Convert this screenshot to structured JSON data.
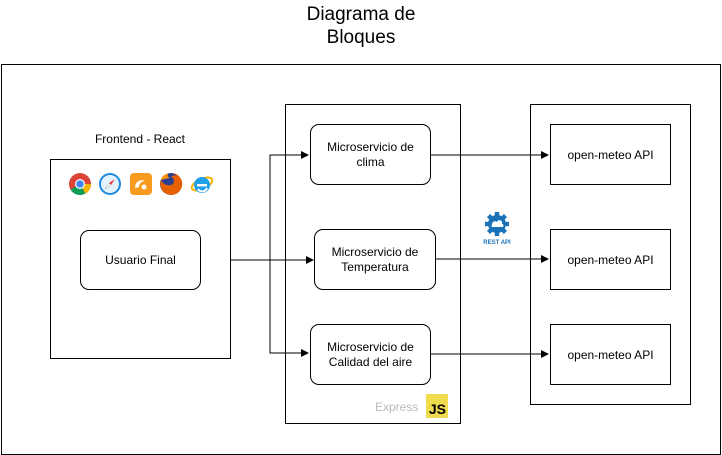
{
  "title_lines": [
    "Diagrama de",
    "Bloques"
  ],
  "frontend": {
    "label": "Frontend - React",
    "browsers": [
      "chrome-icon",
      "safari-icon",
      "uc-browser-icon",
      "firefox-icon",
      "ie-icon"
    ],
    "user_node": "Usuario Final"
  },
  "services": [
    {
      "label": "Microservicio de\nclima"
    },
    {
      "label": "Microservicio de\nTemperatura"
    },
    {
      "label": "Microservicio de\nCalidad del aire"
    }
  ],
  "backend_badges": {
    "express": "Express",
    "js": "JS"
  },
  "rest_api": {
    "text": "REST API",
    "color": "#1a73b8"
  },
  "apis": [
    {
      "label": "open-meteo API"
    },
    {
      "label": "open-meteo API"
    },
    {
      "label": "open-meteo API"
    }
  ],
  "colors": {
    "js_yellow": "#f0db4f",
    "express_gray": "#b9b9b9"
  }
}
